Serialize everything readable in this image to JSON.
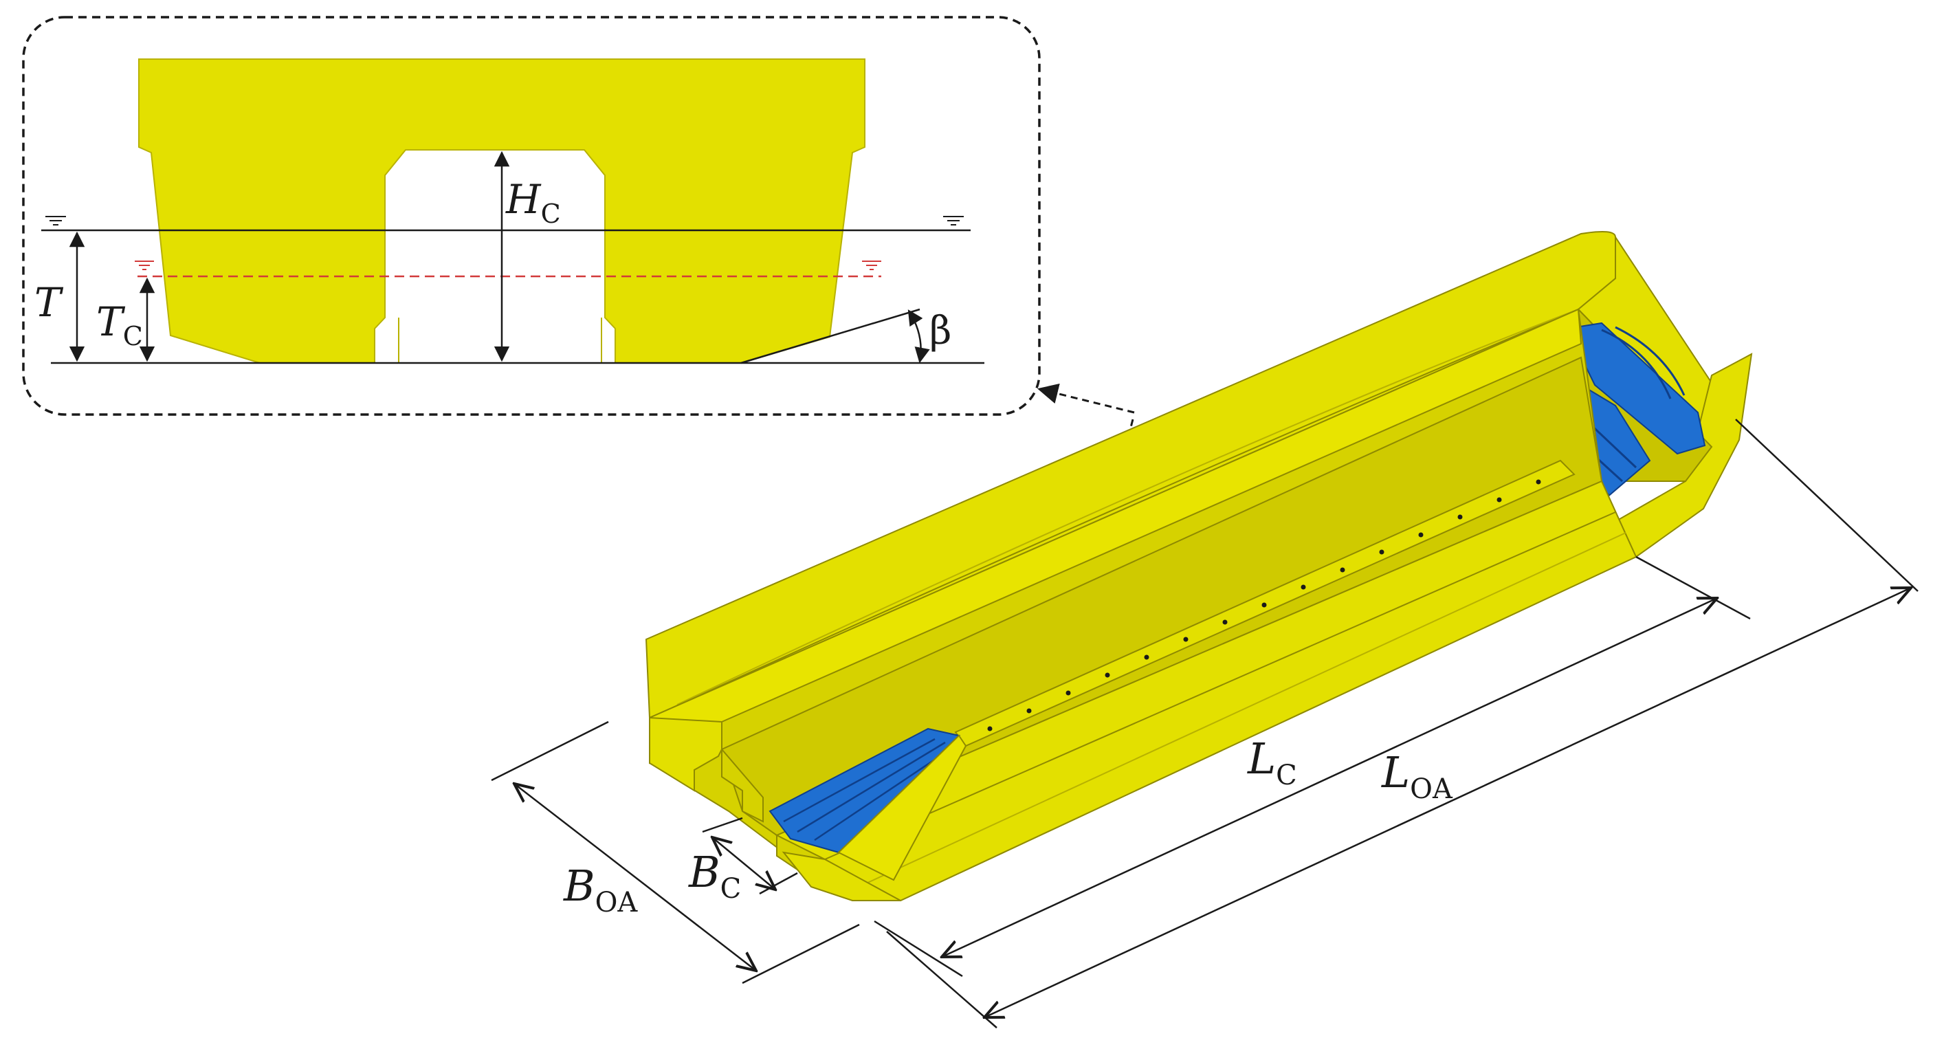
{
  "labels": {
    "H_main": "H",
    "H_sub": "C",
    "T": "T",
    "Tc_main": "T",
    "Tc_sub": "C",
    "beta": "β",
    "Lc_main": "L",
    "Lc_sub": "C",
    "Loa_main": "L",
    "Loa_sub": "OA",
    "Boa_main": "B",
    "Boa_sub": "OA",
    "Bc_main": "B",
    "Bc_sub": "C"
  },
  "colors": {
    "hull": "#e3e000",
    "hull_light": "#f2ee1a",
    "hull_dark": "#b8b200",
    "hull_shadow": "#8f8a00",
    "blue": "#1f6fd1",
    "blue_dark": "#0f3f8a",
    "waterline_light": "#d23a3a",
    "line": "#1a1a1a"
  }
}
